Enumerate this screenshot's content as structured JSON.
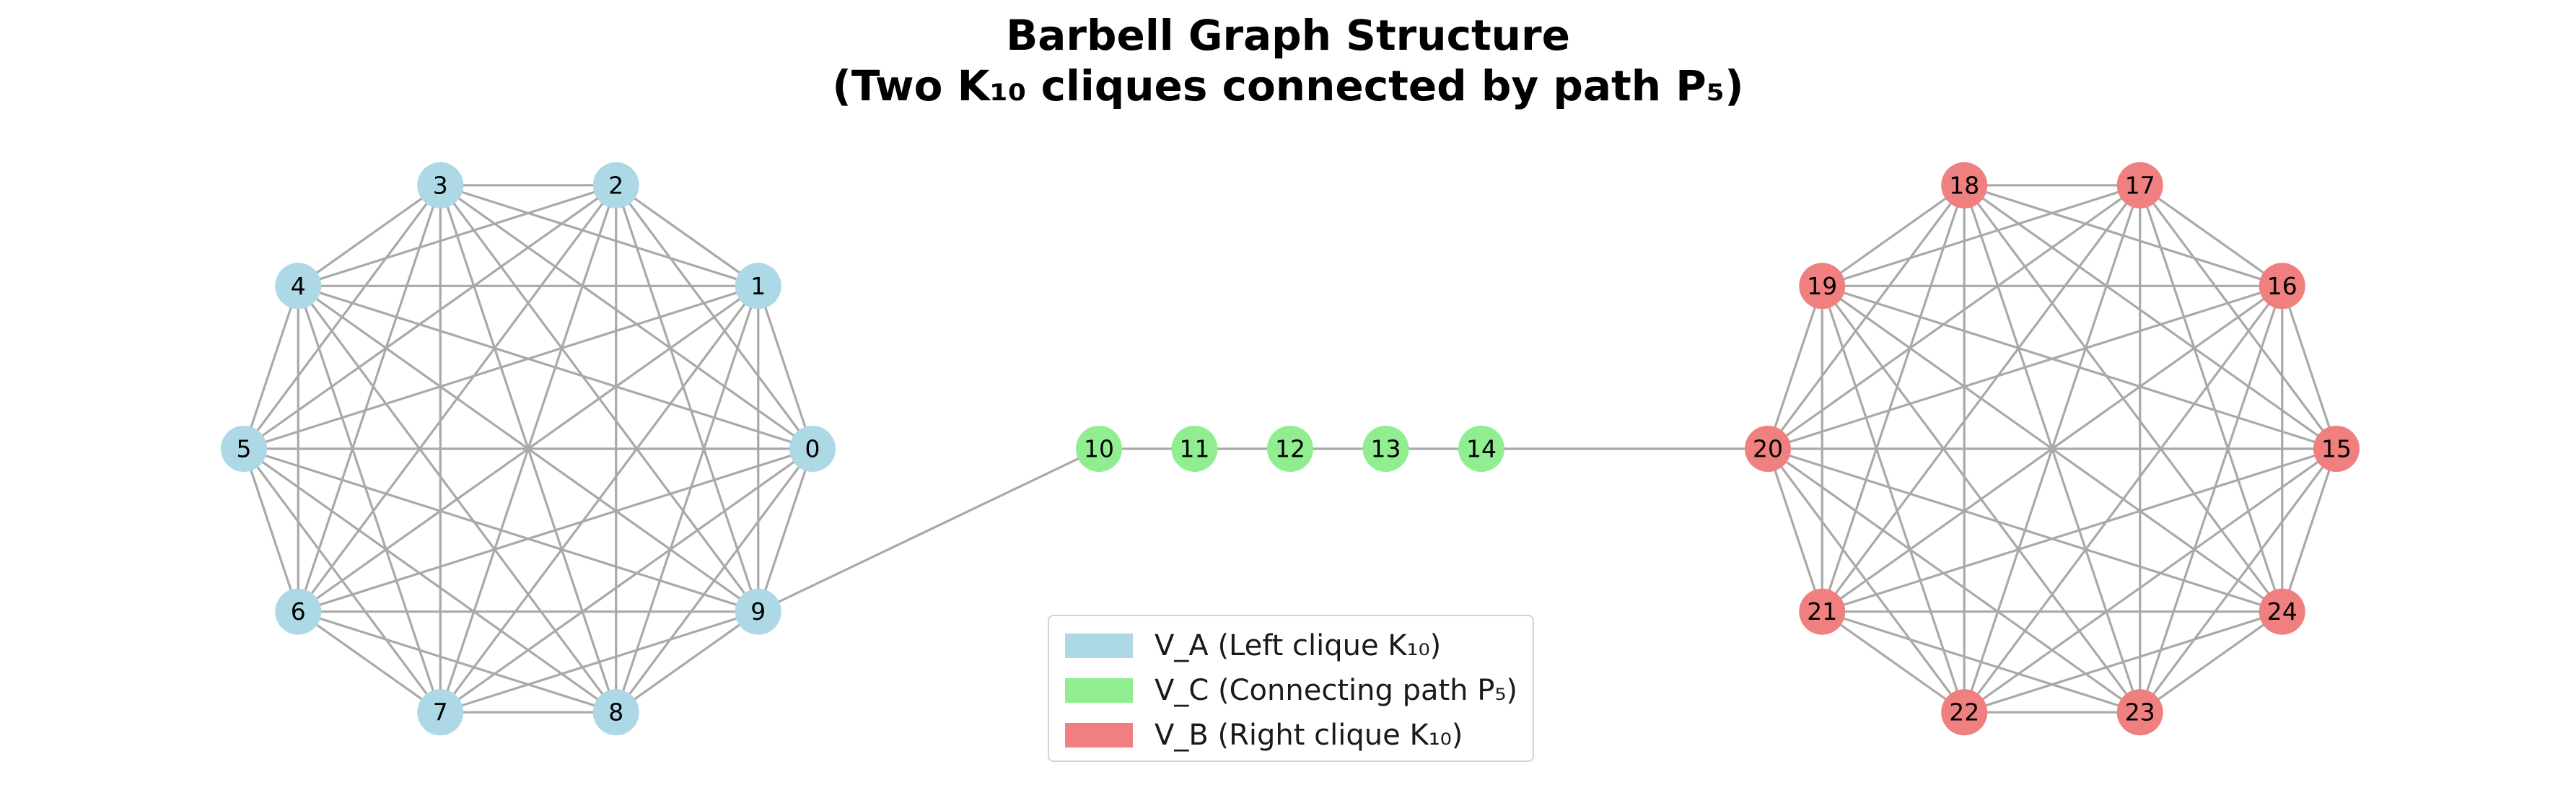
{
  "title": {
    "line1": "Barbell Graph Structure",
    "line2": "(Two K₁₀ cliques connected by path P₅)"
  },
  "graph": {
    "groups": {
      "A": {
        "color": "#add8e6",
        "nodes": [
          0,
          1,
          2,
          3,
          4,
          5,
          6,
          7,
          8,
          9
        ]
      },
      "C": {
        "color": "#90ee90",
        "nodes": [
          10,
          11,
          12,
          13,
          14
        ]
      },
      "B": {
        "color": "#f08080",
        "nodes": [
          15,
          16,
          17,
          18,
          19,
          20,
          21,
          22,
          23,
          24
        ]
      }
    },
    "edge_color": "#a9a9a9",
    "cliques": [
      [
        0,
        1,
        2,
        3,
        4,
        5,
        6,
        7,
        8,
        9
      ],
      [
        15,
        16,
        17,
        18,
        19,
        20,
        21,
        22,
        23,
        24
      ]
    ],
    "path_edges": [
      [
        9,
        10
      ],
      [
        14,
        20
      ]
    ]
  },
  "legend": {
    "items": [
      {
        "label": "V_A (Left clique K₁₀)",
        "color": "#add8e6"
      },
      {
        "label": "V_C (Connecting path P₅)",
        "color": "#90ee90"
      },
      {
        "label": "V_B (Right clique K₁₀)",
        "color": "#f08080"
      }
    ]
  }
}
